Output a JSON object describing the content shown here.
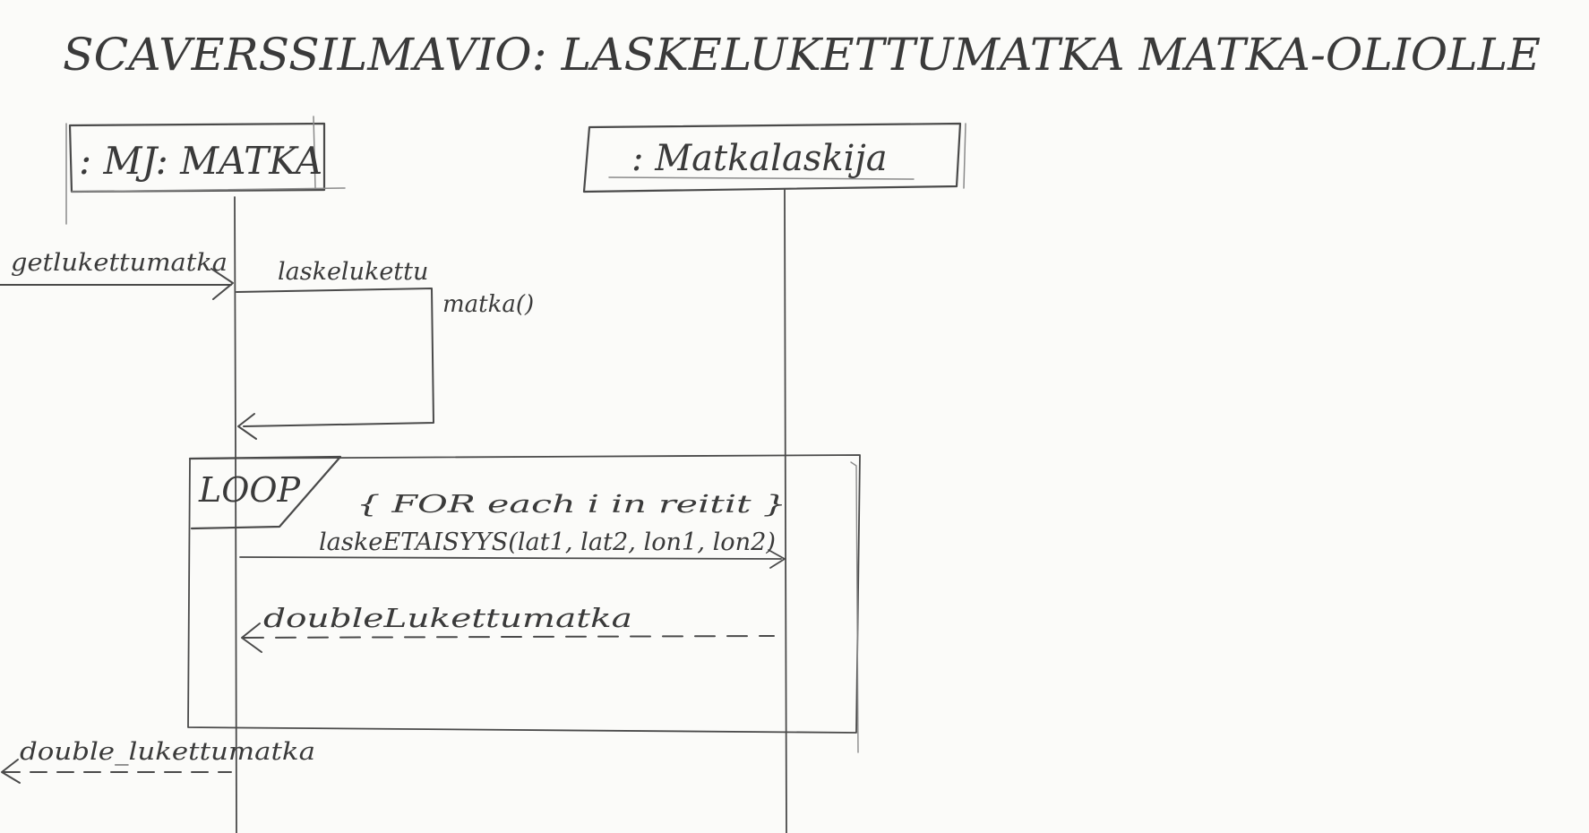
{
  "diagram": {
    "title": "SCAVERSSILMAVIO: LASKELUKETTUMATKA MATKA-OLIOLLE",
    "lifelines": [
      {
        "label": ": MJ: MATKA"
      },
      {
        "label": ": Matkalaskija"
      }
    ],
    "messages": {
      "incoming": "getlukettumatka",
      "self_call_line1": "laskelukettu",
      "self_call_line2": "matka()",
      "loop_condition": "{ FOR each i in reitit }",
      "loop_call": "laskeETAISYYS(lat1, lat2, lon1, lon2)",
      "loop_return": "doubleLukettumatka",
      "final_return": "double_lukettumatka"
    },
    "fragment": {
      "operator": "LOOP"
    }
  }
}
